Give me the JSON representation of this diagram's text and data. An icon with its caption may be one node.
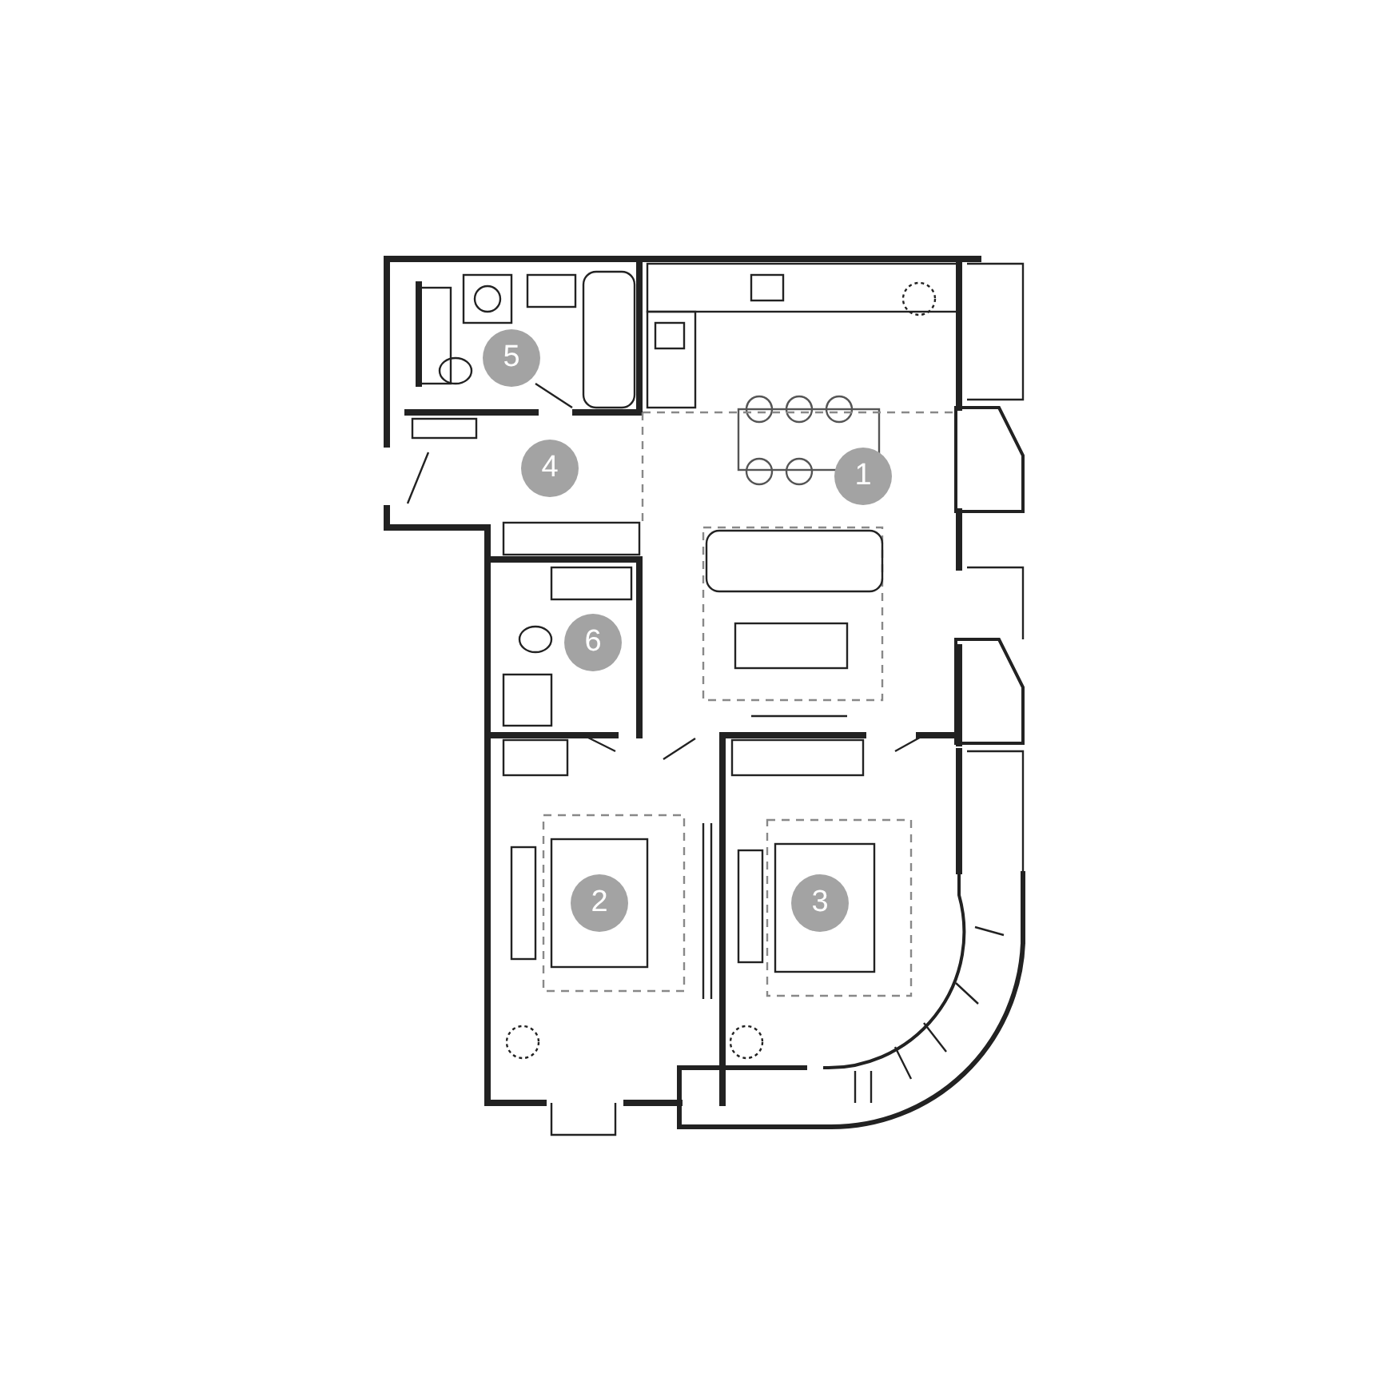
{
  "diagram": {
    "nodes": [
      {
        "text": [
          "5"
        ]
      },
      {
        "text": [
          "4"
        ]
      },
      {
        "text": [
          "1"
        ]
      },
      {
        "text": [
          "6"
        ]
      },
      {
        "text": [
          "2"
        ]
      },
      {
        "text": [
          "3"
        ]
      }
    ]
  }
}
